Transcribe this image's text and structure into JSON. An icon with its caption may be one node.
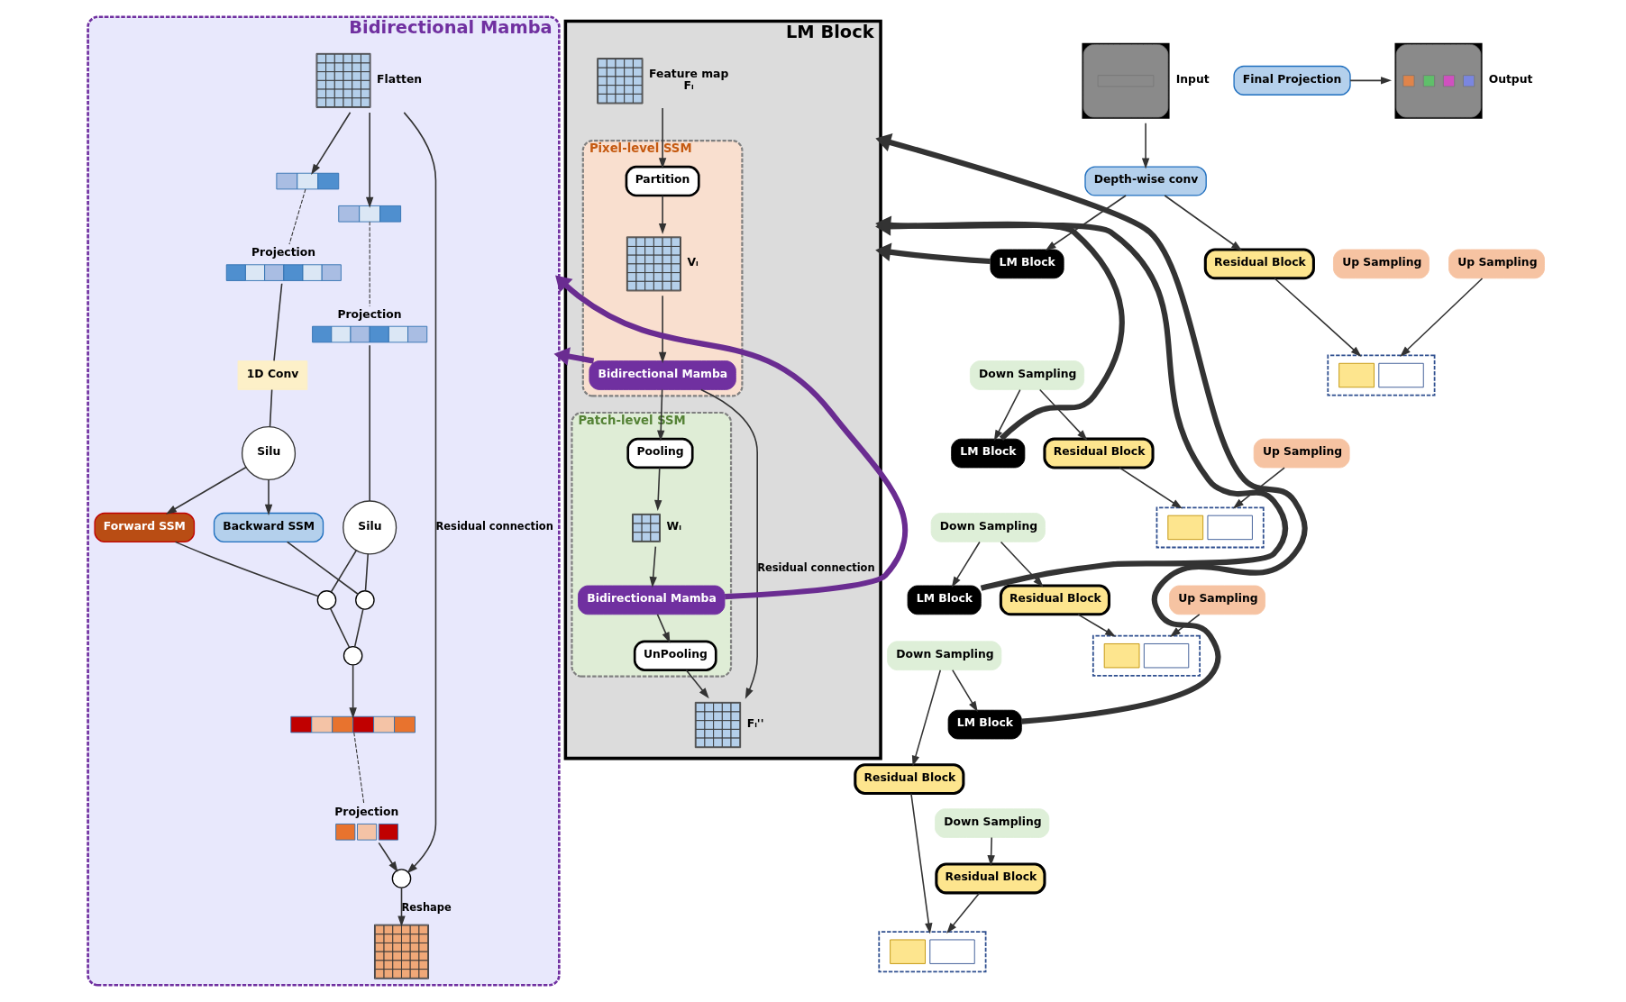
{
  "diagram": {
    "nodes": [
      {
        "text": [
          "Bidirectional Mamba"
        ]
      },
      {
        "text": [],
        "shape": "grid",
        "in": 0,
        "beside": [
          "Flatten"
        ]
      },
      {
        "text": [],
        "shape": "bar",
        "in": 0
      },
      {
        "text": [
          "Projection"
        ],
        "in": 0
      },
      {
        "text": [],
        "shape": "bar",
        "in": 0
      },
      {
        "text": [
          "Projection"
        ],
        "in": 0
      },
      {
        "text": [
          "1D Conv"
        ],
        "in": 0
      },
      {
        "text": [
          "Silu"
        ],
        "in": 0
      },
      {
        "text": [
          "Silu"
        ],
        "in": 0
      },
      {
        "text": [
          "Forward SSM"
        ],
        "in": 0
      },
      {
        "text": [
          "Backward SSM"
        ],
        "in": 0
      },
      {
        "text": [],
        "shape": "circle",
        "in": 0
      },
      {
        "text": [],
        "shape": "circle",
        "in": 0
      },
      {
        "text": [],
        "shape": "circle",
        "in": 0
      },
      {
        "text": [],
        "shape": "bar",
        "in": 0
      },
      {
        "text": [
          "Projection"
        ],
        "in": 0
      },
      {
        "text": [],
        "shape": "circle",
        "in": 0
      },
      {
        "text": [],
        "shape": "grid",
        "in": 0
      },
      {
        "text": [
          "LM Block"
        ]
      },
      {
        "text": [],
        "shape": "grid",
        "in": 18,
        "beside": [
          "Feature map",
          "Fₗ"
        ]
      },
      {
        "text": [
          "Pixel-level SSM"
        ],
        "in": 18
      },
      {
        "text": [
          "Partition"
        ],
        "in": 20
      },
      {
        "text": [],
        "shape": "grid",
        "in": 20,
        "beside": [
          "Vₗ"
        ]
      },
      {
        "text": [
          "Bidirectional Mamba"
        ],
        "in": 20
      },
      {
        "text": [
          "Patch-level SSM"
        ],
        "in": 18
      },
      {
        "text": [
          "Pooling"
        ],
        "in": 24
      },
      {
        "text": [],
        "shape": "grid",
        "in": 24,
        "beside": [
          "Wₗ"
        ]
      },
      {
        "text": [
          "Bidirectional Mamba"
        ],
        "in": 24
      },
      {
        "text": [
          "UnPooling"
        ],
        "in": 24
      },
      {
        "text": [],
        "shape": "grid",
        "in": 18,
        "beside": [
          "Fₗ''"
        ]
      },
      {
        "text": [],
        "shape": "picture",
        "beside": [
          "Input"
        ]
      },
      {
        "text": [],
        "shape": "picture",
        "beside": [
          "Output"
        ]
      },
      {
        "text": [
          "Final Projection"
        ]
      },
      {
        "text": [
          "Up Sampling"
        ]
      },
      {
        "text": [
          "Depth-wise conv"
        ]
      },
      {
        "text": [
          "Residual Block"
        ]
      },
      {
        "text": [],
        "shape": "box"
      },
      {
        "text": [
          "LM Block"
        ]
      },
      {
        "text": [
          "Down Sampling"
        ]
      },
      {
        "text": [
          "Up Sampling"
        ]
      },
      {
        "text": [
          "Residual Block"
        ]
      },
      {
        "text": [],
        "shape": "box"
      },
      {
        "text": [
          "LM Block"
        ]
      },
      {
        "text": [
          "Down Sampling"
        ]
      },
      {
        "text": [
          "Up Sampling"
        ]
      },
      {
        "text": [
          "Residual Block"
        ]
      },
      {
        "text": [],
        "shape": "box"
      },
      {
        "text": [
          "LM Block"
        ]
      },
      {
        "text": [
          "Down Sampling"
        ]
      },
      {
        "text": [
          "Up Sampling"
        ]
      },
      {
        "text": [
          "Residual Block"
        ]
      },
      {
        "text": [],
        "shape": "box"
      },
      {
        "text": [
          "LM Block"
        ]
      },
      {
        "text": [
          "Down Sampling"
        ]
      },
      {
        "text": [
          "Residual Block"
        ]
      }
    ],
    "edges": [
      {
        "from": 1,
        "to": 2,
        "arrow": "to"
      },
      {
        "from": 1,
        "to": 4,
        "arrow": "to"
      },
      {
        "from": 2,
        "to": 3,
        "arrow": "none",
        "style": "dashed"
      },
      {
        "from": 4,
        "to": 5,
        "arrow": "none",
        "style": "dashed"
      },
      {
        "from": 3,
        "to": 6,
        "arrow": "none"
      },
      {
        "from": 6,
        "to": 7,
        "arrow": "none"
      },
      {
        "from": 5,
        "to": 8,
        "arrow": "none"
      },
      {
        "from": 7,
        "to": 9,
        "arrow": "to"
      },
      {
        "from": 7,
        "to": 10,
        "arrow": "to"
      },
      {
        "from": 10,
        "to": 11,
        "arrow": "none"
      },
      {
        "from": 8,
        "to": 11,
        "arrow": "none"
      },
      {
        "from": 9,
        "to": 12,
        "arrow": "none"
      },
      {
        "from": 8,
        "to": 12,
        "arrow": "none"
      },
      {
        "from": 11,
        "to": 13,
        "arrow": "none"
      },
      {
        "from": 12,
        "to": 13,
        "arrow": "none"
      },
      {
        "from": 13,
        "to": 14,
        "arrow": "to"
      },
      {
        "from": 14,
        "to": 15,
        "arrow": "none",
        "style": "dashed"
      },
      {
        "from": 15,
        "to": 16,
        "arrow": "to"
      },
      {
        "from": 1,
        "to": 16,
        "arrow": "to",
        "label": "Residual connection"
      },
      {
        "from": 16,
        "to": 17,
        "arrow": "to",
        "label": "Reshape"
      },
      {
        "from": 19,
        "to": 21,
        "arrow": "to"
      },
      {
        "from": 21,
        "to": 22,
        "arrow": "to"
      },
      {
        "from": 22,
        "to": 23,
        "arrow": "to"
      },
      {
        "from": 23,
        "to": 25,
        "arrow": "to"
      },
      {
        "from": 25,
        "to": 26,
        "arrow": "to"
      },
      {
        "from": 26,
        "to": 27,
        "arrow": "to"
      },
      {
        "from": 27,
        "to": 28,
        "arrow": "to"
      },
      {
        "from": 28,
        "to": 29,
        "arrow": "to"
      },
      {
        "from": 23,
        "to": 29,
        "arrow": "to",
        "label": "Residual connection"
      },
      {
        "from": 23,
        "to": 0,
        "arrow": "to",
        "style": "thick",
        "color": "#6a2c91"
      },
      {
        "from": 27,
        "to": 0,
        "arrow": "to",
        "style": "thick",
        "color": "#6a2c91"
      },
      {
        "from": 30,
        "to": 34,
        "arrow": "to"
      },
      {
        "from": 34,
        "to": 37,
        "arrow": "to"
      },
      {
        "from": 34,
        "to": 35,
        "arrow": "to"
      },
      {
        "from": 35,
        "to": 36,
        "arrow": "to"
      },
      {
        "from": 38,
        "to": 42,
        "arrow": "to"
      },
      {
        "from": 38,
        "to": 40,
        "arrow": "to"
      },
      {
        "from": 40,
        "to": 41,
        "arrow": "to"
      },
      {
        "from": 43,
        "to": 47,
        "arrow": "to"
      },
      {
        "from": 43,
        "to": 45,
        "arrow": "to"
      },
      {
        "from": 45,
        "to": 46,
        "arrow": "to"
      },
      {
        "from": 48,
        "to": 52,
        "arrow": "to"
      },
      {
        "from": 48,
        "to": 50,
        "arrow": "to"
      },
      {
        "from": 50,
        "to": 51,
        "arrow": "to"
      },
      {
        "from": 53,
        "to": 54,
        "arrow": "to"
      },
      {
        "from": 54,
        "to": 51,
        "arrow": "to"
      },
      {
        "from": 49,
        "to": 46,
        "arrow": "to"
      },
      {
        "from": 44,
        "to": 41,
        "arrow": "to"
      },
      {
        "from": 39,
        "to": 36,
        "arrow": "to"
      },
      {
        "from": 32,
        "to": 31,
        "arrow": "to"
      },
      {
        "from": 37,
        "to": 18,
        "arrow": "to",
        "style": "thick"
      },
      {
        "from": 42,
        "to": 18,
        "arrow": "to",
        "style": "thick"
      },
      {
        "from": 47,
        "to": 18,
        "arrow": "to",
        "style": "thick"
      },
      {
        "from": 52,
        "to": 18,
        "arrow": "to",
        "style": "thick"
      }
    ]
  }
}
